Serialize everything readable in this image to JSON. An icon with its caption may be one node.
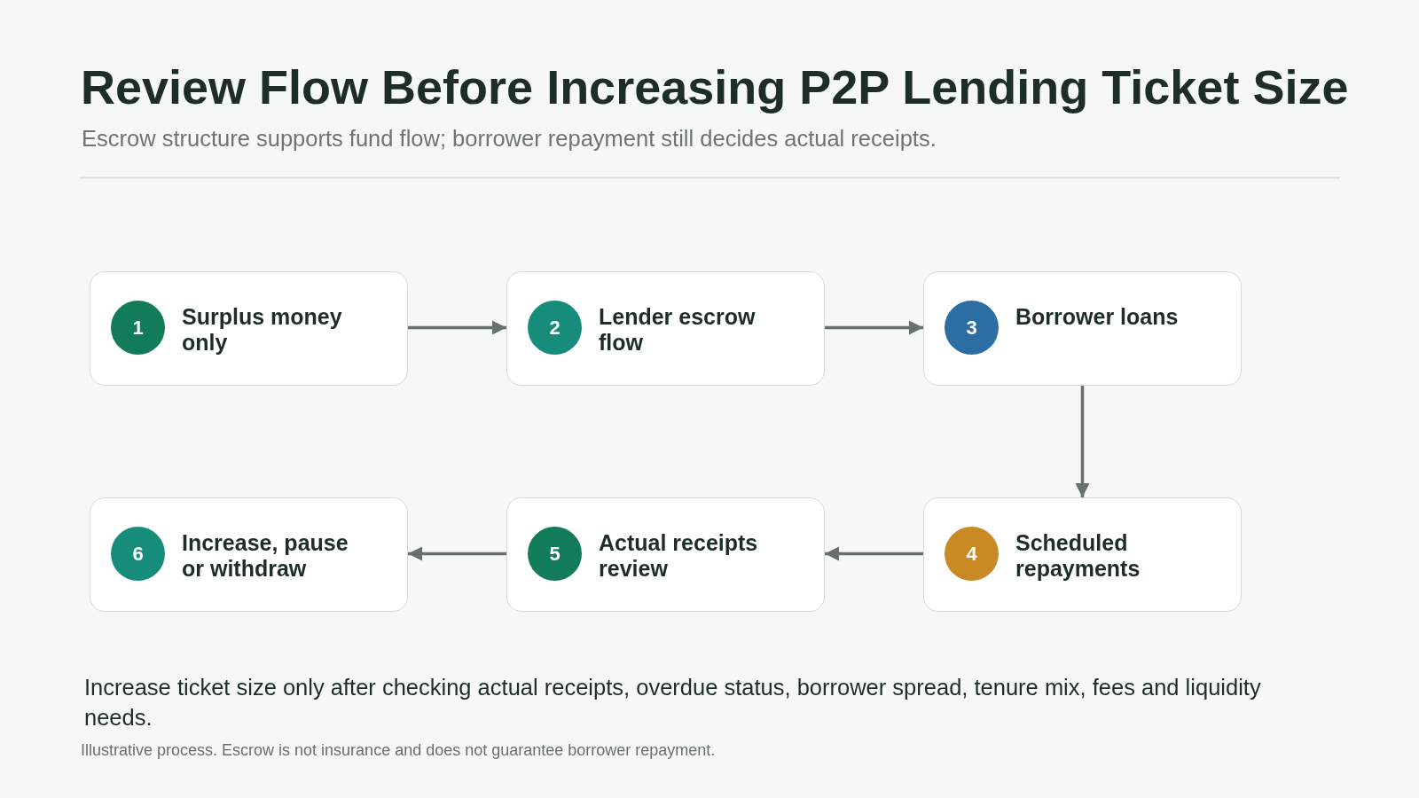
{
  "diagram": {
    "title": "Review Flow Before Increasing P2P Lending Ticket Size",
    "nodes": [
      {
        "text": [
          "1",
          "Surplus money only"
        ]
      },
      {
        "text": [
          "2",
          "Lender escrow flow"
        ]
      },
      {
        "text": [
          "3",
          "Borrower loans"
        ]
      },
      {
        "text": [
          "4",
          "Scheduled repayments"
        ]
      },
      {
        "text": [
          "5",
          "Actual receipts review"
        ]
      },
      {
        "text": [
          "6",
          "Increase, pause or withdraw"
        ]
      }
    ],
    "edges": [
      {
        "from": 0,
        "to": 1,
        "arrow": "to"
      },
      {
        "from": 1,
        "to": 2,
        "arrow": "to"
      },
      {
        "from": 2,
        "to": 3,
        "arrow": "to"
      },
      {
        "from": 3,
        "to": 4,
        "arrow": "to"
      },
      {
        "from": 4,
        "to": 5,
        "arrow": "to"
      }
    ],
    "labels": [
      "Escrow structure supports fund flow; borrower repayment still decides actual receipts.",
      "Increase ticket size only after checking actual receipts, overdue status, borrower spread, tenure mix, fees and liquidity needs.",
      "Illustrative process. Escrow is not insurance and does not guarantee borrower repayment."
    ]
  }
}
